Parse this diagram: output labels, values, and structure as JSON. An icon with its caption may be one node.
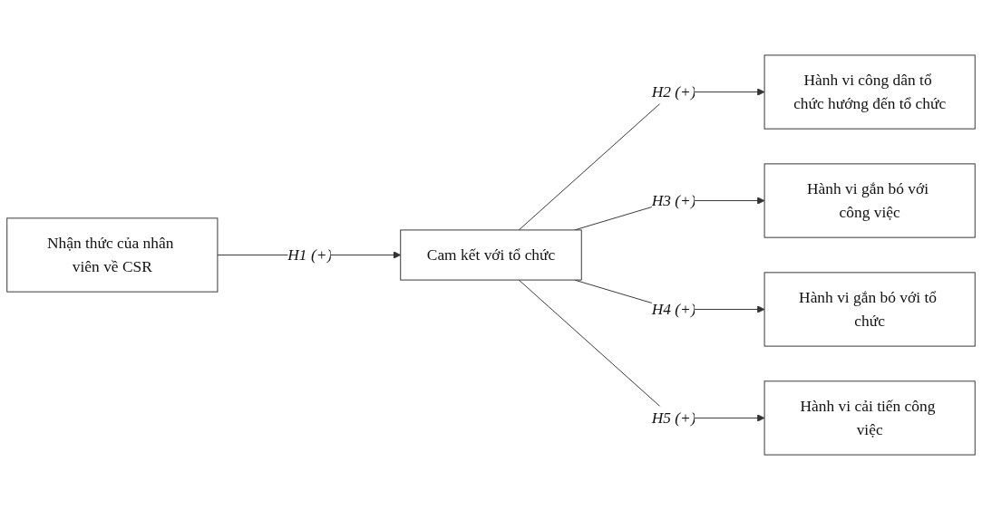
{
  "diagram": {
    "nodes": [
      {
        "text": [
          "Nhận thức của nhân viên về CSR"
        ]
      },
      {
        "text": [
          "Cam kết với tổ chức"
        ]
      },
      {
        "text": [
          "Hành vi công dân tổ chức hướng đến tổ chức"
        ]
      },
      {
        "text": [
          "Hành vi gắn bó với công việc"
        ]
      },
      {
        "text": [
          "Hành vi gắn bó với tổ chức"
        ]
      },
      {
        "text": [
          "Hành vi cải tiến công việc"
        ]
      }
    ],
    "edges": [
      {
        "from": 0,
        "to": 1,
        "arrow": "to",
        "label": "H1 (+)"
      },
      {
        "from": 1,
        "to": 2,
        "arrow": "to",
        "label": "H2 (+)"
      },
      {
        "from": 1,
        "to": 3,
        "arrow": "to",
        "label": "H3 (+)"
      },
      {
        "from": 1,
        "to": 4,
        "arrow": "to",
        "label": "H4 (+)"
      },
      {
        "from": 1,
        "to": 5,
        "arrow": "to",
        "label": "H5 (+)"
      }
    ]
  }
}
